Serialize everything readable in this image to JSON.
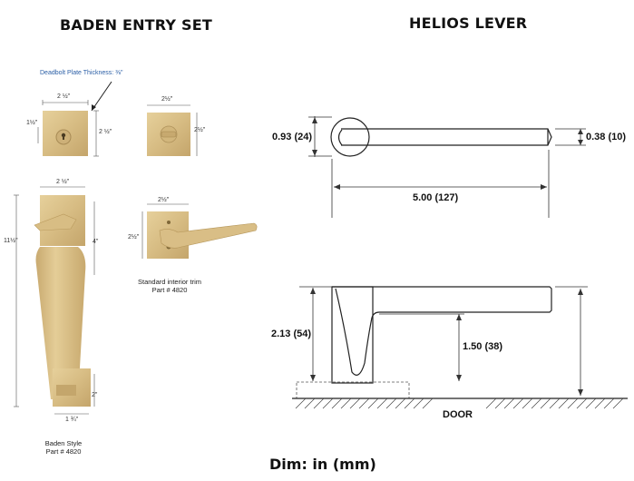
{
  "left_title": "BADEN ENTRY SET",
  "right_title": "HELIOS LEVER",
  "deadbolt_note": "Deadbolt Plate Thickness: ⅜\"",
  "small_dims": {
    "deadbolt_width": "2 ½\"",
    "deadbolt_left_height": "1½\"",
    "deadbolt_right_height": "2 ½\"",
    "thumbturn_width": "2½\"",
    "thumbturn_height": "2½\"",
    "grip_top_width": "2 ½\"",
    "grip_total_height": "11½\"",
    "grip_lever_height": "4\"",
    "grip_bottom_height": "2\"",
    "grip_bottom_width": "1 ¾\"",
    "trim_width": "2½\"",
    "trim_height": "2½\""
  },
  "trim_caption": {
    "line1": "Standard interior trim",
    "line2": "Part # 4820"
  },
  "grip_caption": {
    "line1": "Baden Style",
    "line2": "Part # 4820"
  },
  "lever_dims": {
    "rose_height": "0.93 (24)",
    "lever_thickness": "0.38 (10)",
    "lever_length": "5.00 (127)",
    "total_projection": "2.13 (54)",
    "lever_projection": "1.50 (38)"
  },
  "door_label": "DOOR",
  "units_note": "Dim: in (mm)",
  "colors": {
    "brass": "#d9bf86",
    "brass_dark": "#b99a5e",
    "line": "#222222",
    "note_blue": "#2b5fa6"
  }
}
